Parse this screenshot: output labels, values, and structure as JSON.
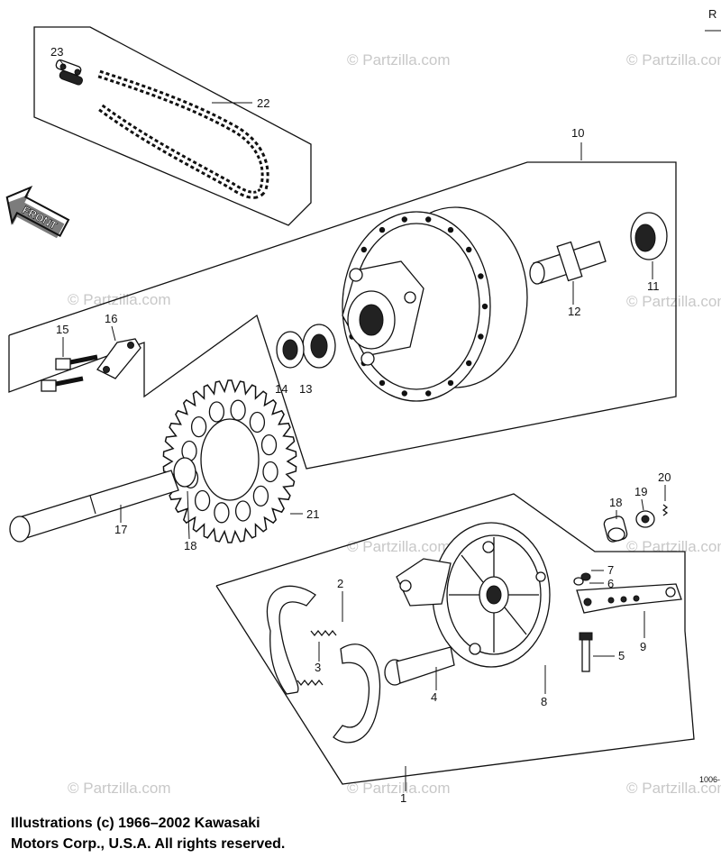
{
  "corner_mark": "R",
  "diagram_code": "1006-",
  "front_arrow_label": "FRONT",
  "watermark": "© Partzilla.com",
  "callouts": {
    "p1": "1",
    "p2": "2",
    "p3": "3",
    "p4": "4",
    "p5": "5",
    "p6": "6",
    "p7": "7",
    "p8": "8",
    "p9": "9",
    "p10": "10",
    "p11": "11",
    "p12": "12",
    "p13": "13",
    "p14": "14",
    "p15": "15",
    "p16": "16",
    "p17": "17",
    "p18": "18",
    "p19": "19",
    "p20": "20",
    "p21": "21",
    "p22": "22",
    "p23": "23"
  },
  "footer": {
    "line1": "Illustrations (c) 1966–2002 Kawasaki",
    "line2": "Motors Corp., U.S.A.  All rights reserved."
  }
}
